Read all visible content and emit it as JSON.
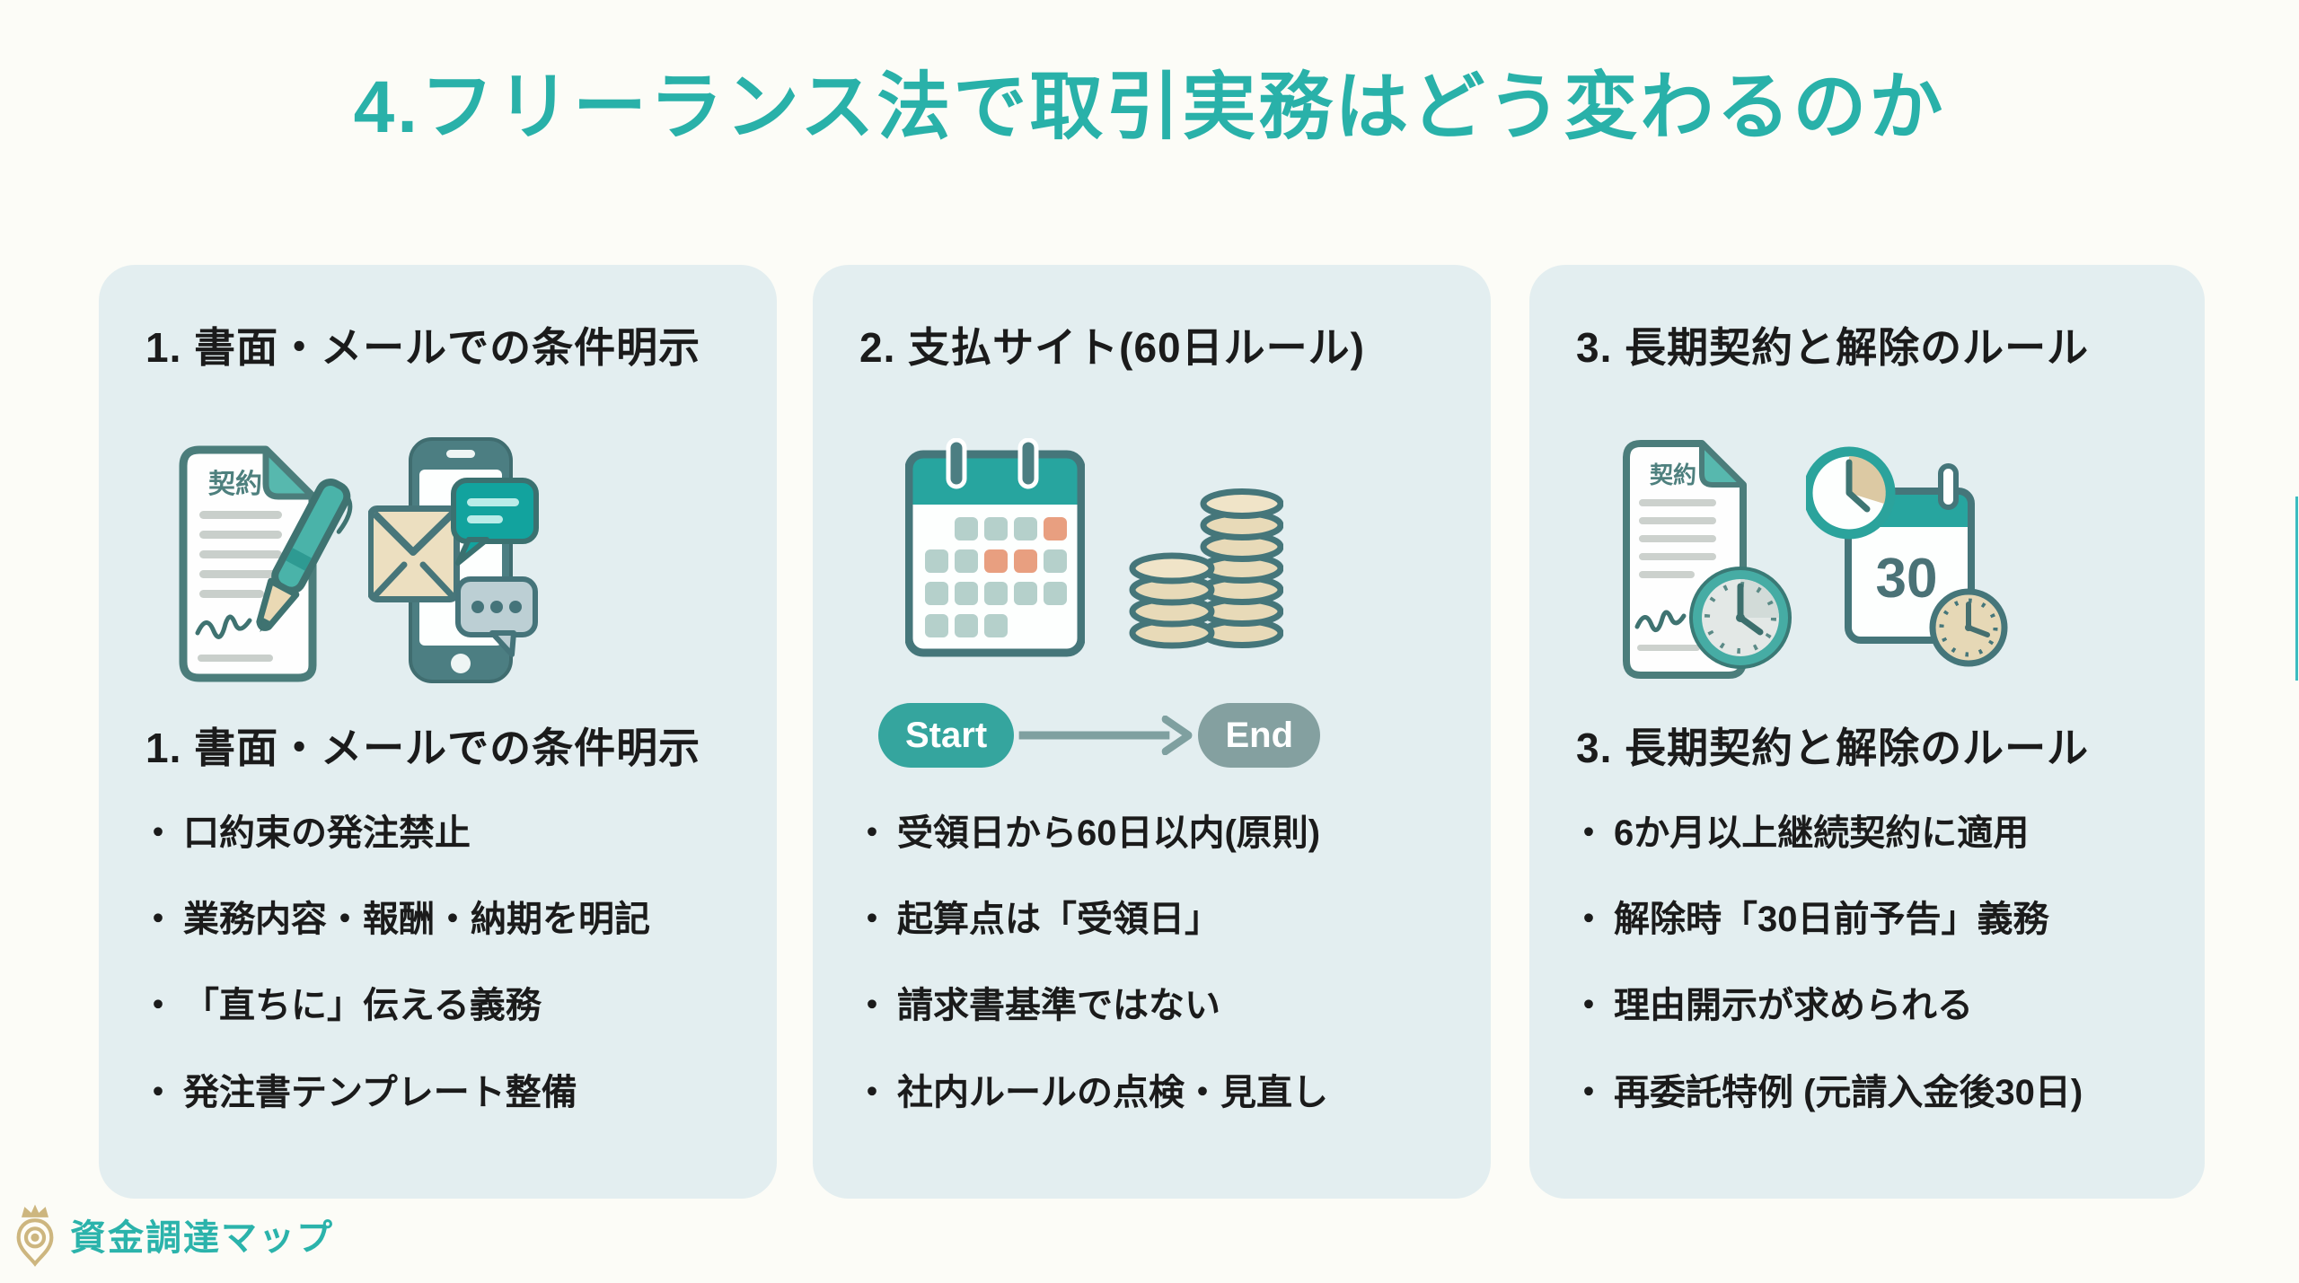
{
  "page": {
    "title": "4.フリーランス法で取引実務はどう変わるのか",
    "bullet_marker": "・"
  },
  "cards": [
    {
      "header": "1. 書面・メールでの条件明示",
      "subtitle": "1. 書面・メールでの条件明示",
      "doc_label": "契約",
      "icons": [
        "contract-pen-icon",
        "phone-mail-icon"
      ],
      "bullets": [
        "口約束の発注禁止",
        "業務内容・報酬・納期を明記",
        "「直ちに」伝える義務",
        "発注書テンプレート整備"
      ]
    },
    {
      "header": "2. 支払サイト(60日ルール)",
      "flow": {
        "start": "Start",
        "end": "End"
      },
      "icons": [
        "calendar-icon",
        "coins-icon"
      ],
      "bullets": [
        "受領日から60日以内(原則)",
        "起算点は「受領日」",
        "請求書基準ではない",
        "社内ルールの点検・見直し"
      ]
    },
    {
      "header": "3. 長期契約と解除のルール",
      "subtitle": "3. 長期契約と解除のルール",
      "doc_label": "契約",
      "calendar_day": "30",
      "icons": [
        "contract-clock-icon",
        "clock-calendar-30-icon"
      ],
      "bullets": [
        "6か月以上継続契約に適用",
        "解除時「30日前予告」義務",
        "理由開示が求められる",
        "再委託特例 (元請入金後30日)"
      ]
    }
  ],
  "footer": {
    "logo_text": "資金調達マップ"
  },
  "colors": {
    "accent_teal": "#29b1a9",
    "card_background": "#e3eef0",
    "page_background": "#fcfcf7",
    "icon_outline": "#45767a",
    "icon_teal_fill": "#27a59f",
    "salmon": "#e89f80",
    "beige": "#e8dab8",
    "flow_start": "#35a59e",
    "flow_end": "#84a0a0",
    "logo_gold": "#cdb67f",
    "text": "#1b1b1b"
  }
}
